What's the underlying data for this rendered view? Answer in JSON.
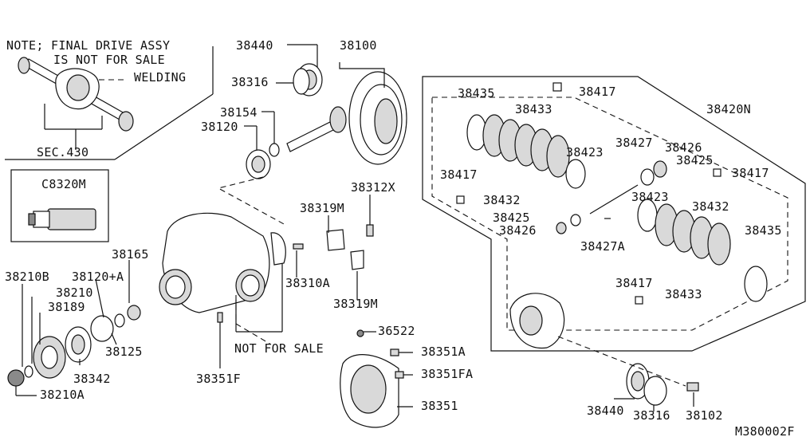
{
  "diagram_id": "M380002F",
  "notes": {
    "note_line1": "NOTE; FINAL DRIVE ASSY",
    "note_line2": "IS NOT FOR SALE",
    "welding": "WELDING",
    "sec_ref": "SEC.430",
    "not_for_sale": "NOT FOR SALE",
    "tool_box_label": "C8320M"
  },
  "parts": {
    "p38440_top": "38440",
    "p38100": "38100",
    "p38316_top": "38316",
    "p38154": "38154",
    "p38120": "38120",
    "p38435_top": "38435",
    "p38417_top": "38417",
    "p38433_top": "38433",
    "p38420N": "38420N",
    "p38423_top": "38423",
    "p38427": "38427",
    "p38426_top": "38426",
    "p38425_top": "38425",
    "p38417_right": "38417",
    "p38417_left": "38417",
    "p38432_left": "38432",
    "p38423_mid": "38423",
    "p38432_right": "38432",
    "p38425_mid": "38425",
    "p38426_mid": "38426",
    "p38427A": "38427A",
    "p38435_right": "38435",
    "p38417_low": "38417",
    "p38433_low": "38433",
    "p38312X": "38312X",
    "p38319M_top": "38319M",
    "p38310A": "38310A",
    "p38319M_low": "38319M",
    "p38165": "38165",
    "p38120A": "38120+A",
    "p38210B": "38210B",
    "p38210": "38210",
    "p38189": "38189",
    "p38125": "38125",
    "p38342": "38342",
    "p38210A": "38210A",
    "p38351F": "38351F",
    "p36522": "36522",
    "p38351A": "38351A",
    "p38351FA": "38351FA",
    "p38351": "38351",
    "p38440_low": "38440",
    "p38316_low": "38316",
    "p38102": "38102"
  }
}
